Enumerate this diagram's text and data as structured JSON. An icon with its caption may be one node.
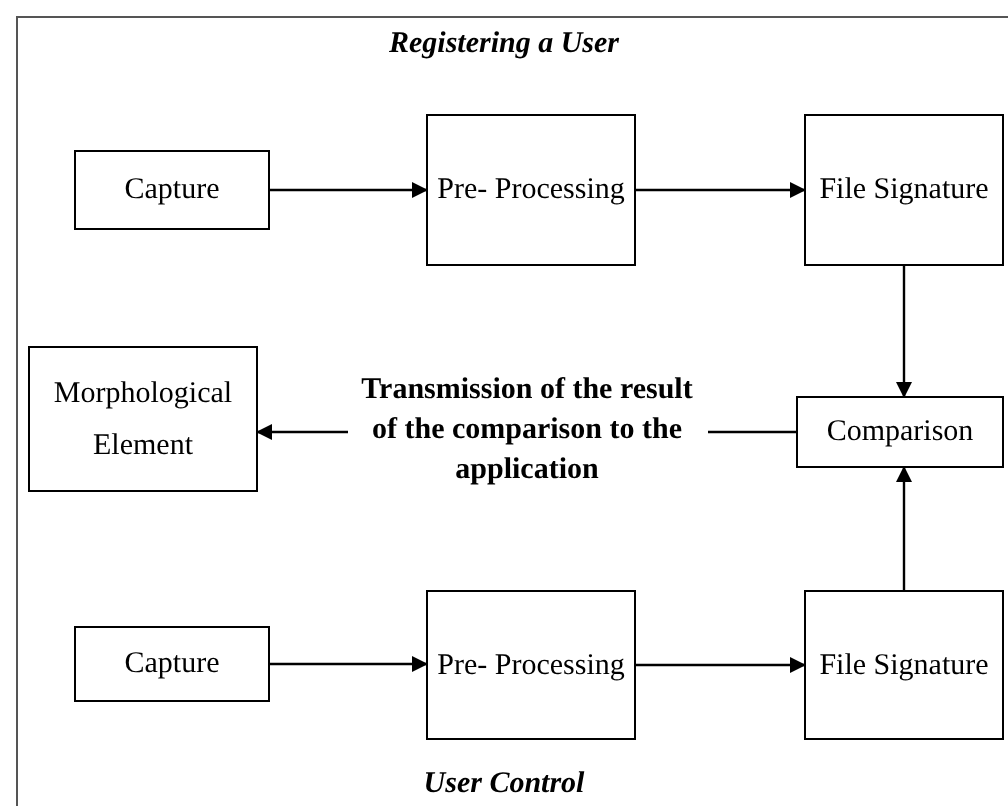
{
  "diagram": {
    "title": "Registering a User",
    "caption": "User Control",
    "nodes": [
      {
        "text": [
          "Capture"
        ]
      },
      {
        "text": [
          "Pre- Processing"
        ]
      },
      {
        "text": [
          "File Signature"
        ]
      },
      {
        "text": [
          "Morphological Element"
        ]
      },
      {
        "text": [
          "Comparison"
        ]
      },
      {
        "text": [
          "Capture"
        ]
      },
      {
        "text": [
          "Pre- Processing"
        ]
      },
      {
        "text": [
          "File Signature"
        ]
      }
    ],
    "edges": [
      {
        "from": 0,
        "to": 1,
        "arrow": "to"
      },
      {
        "from": 1,
        "to": 2,
        "arrow": "to"
      },
      {
        "from": 2,
        "to": 4,
        "arrow": "to"
      },
      {
        "from": 4,
        "to": 3,
        "arrow": "to",
        "label": "Transmission of the result of the comparison to the application"
      },
      {
        "from": 5,
        "to": 6,
        "arrow": "to"
      },
      {
        "from": 6,
        "to": 7,
        "arrow": "to"
      },
      {
        "from": 7,
        "to": 4,
        "arrow": "to"
      }
    ]
  }
}
